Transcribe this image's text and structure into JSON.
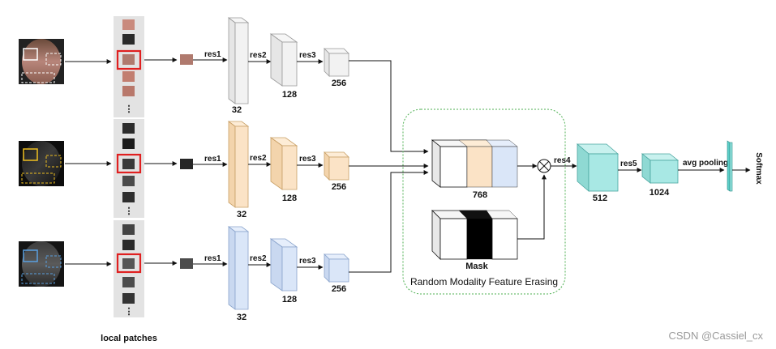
{
  "stream_rgb": {
    "res1": "res1",
    "res2": "res2",
    "res3": "res3",
    "c1": "32",
    "c2": "128",
    "c3": "256"
  },
  "stream_depth": {
    "res1": "res1",
    "res2": "res2",
    "res3": "res3",
    "c1": "32",
    "c2": "128",
    "c3": "256"
  },
  "stream_ir": {
    "res1": "res1",
    "res2": "res2",
    "res3": "res3",
    "c1": "32",
    "c2": "128",
    "c3": "256"
  },
  "fusion": {
    "concat_channels": "768",
    "mask_label": "Mask",
    "module_title": "Random Modality Feature Erasing",
    "res4": "res4"
  },
  "head": {
    "res5": "res5",
    "c512": "512",
    "c1024": "1024",
    "pool": "avg pooling",
    "softmax": "Softmax"
  },
  "patches_caption": "local patches",
  "watermark": "CSDN @Cassiel_cx",
  "colors": {
    "rgb": "#f2f2f2",
    "depth": "#fbe3c6",
    "ir": "#dae6f8",
    "head": "#a8e8e4",
    "highlight": "#e02020",
    "box_rgb": "#ffffff",
    "box_depth": "#f0c020",
    "box_ir": "#5aa0e0",
    "group_border": "#4caf50"
  },
  "icons": [
    "face-image",
    "patch-strip",
    "multiply-node"
  ]
}
